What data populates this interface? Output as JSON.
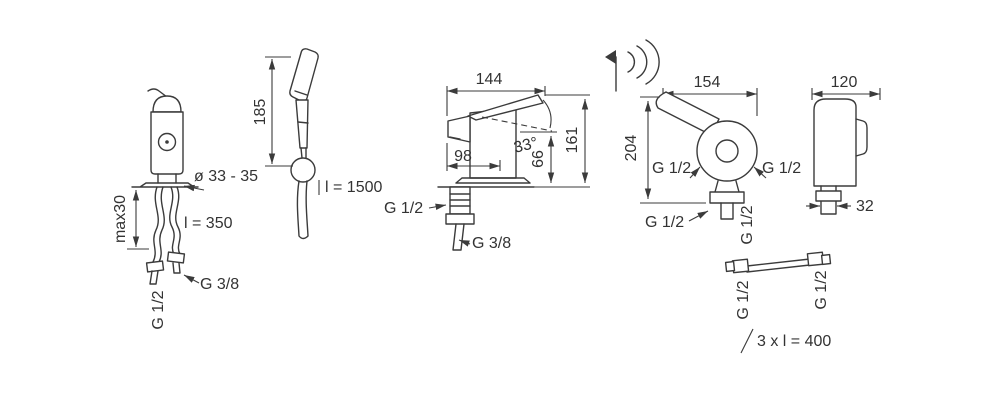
{
  "style": {
    "line_color": "#3b3b3b",
    "background": "#ffffff",
    "text_color": "#333333"
  },
  "views": {
    "bidet_mixer": {
      "name": "bidet mixer with supply hoses",
      "labels": {
        "diameter": "ø 33 - 35",
        "max_depth": "max30",
        "hose_length": "l = 350",
        "thread_small": "G 3/8",
        "thread_main": "G 1/2"
      }
    },
    "hand_spray": {
      "name": "hand spray with hose",
      "labels": {
        "height": "185",
        "hose_length": "l = 1500"
      }
    },
    "basin_mixer": {
      "name": "basin mixer side view",
      "labels": {
        "width": "144",
        "spout_reach": "98",
        "lever_angle": "33°",
        "spout_height": "66",
        "total_height": "161",
        "thread_main": "G 1/2",
        "thread_small": "G 3/8"
      }
    },
    "wall_mixer_front": {
      "name": "wireless wall mixer front view",
      "icon": "wireless-signal-icon",
      "labels": {
        "width": "154",
        "height": "204",
        "thread_left": "G 1/2",
        "thread_right": "G 1/2",
        "thread_bottom": "G 1/2",
        "thread_outlet": "G 1/2"
      }
    },
    "wall_mixer_side": {
      "name": "wireless wall mixer side view",
      "labels": {
        "depth": "120",
        "pipe_size": "32"
      }
    },
    "connection_hoses": {
      "name": "connection hoses",
      "labels": {
        "thread_left": "G 1/2",
        "thread_right": "G 1/2",
        "count_length": "3 x l = 400"
      }
    }
  }
}
